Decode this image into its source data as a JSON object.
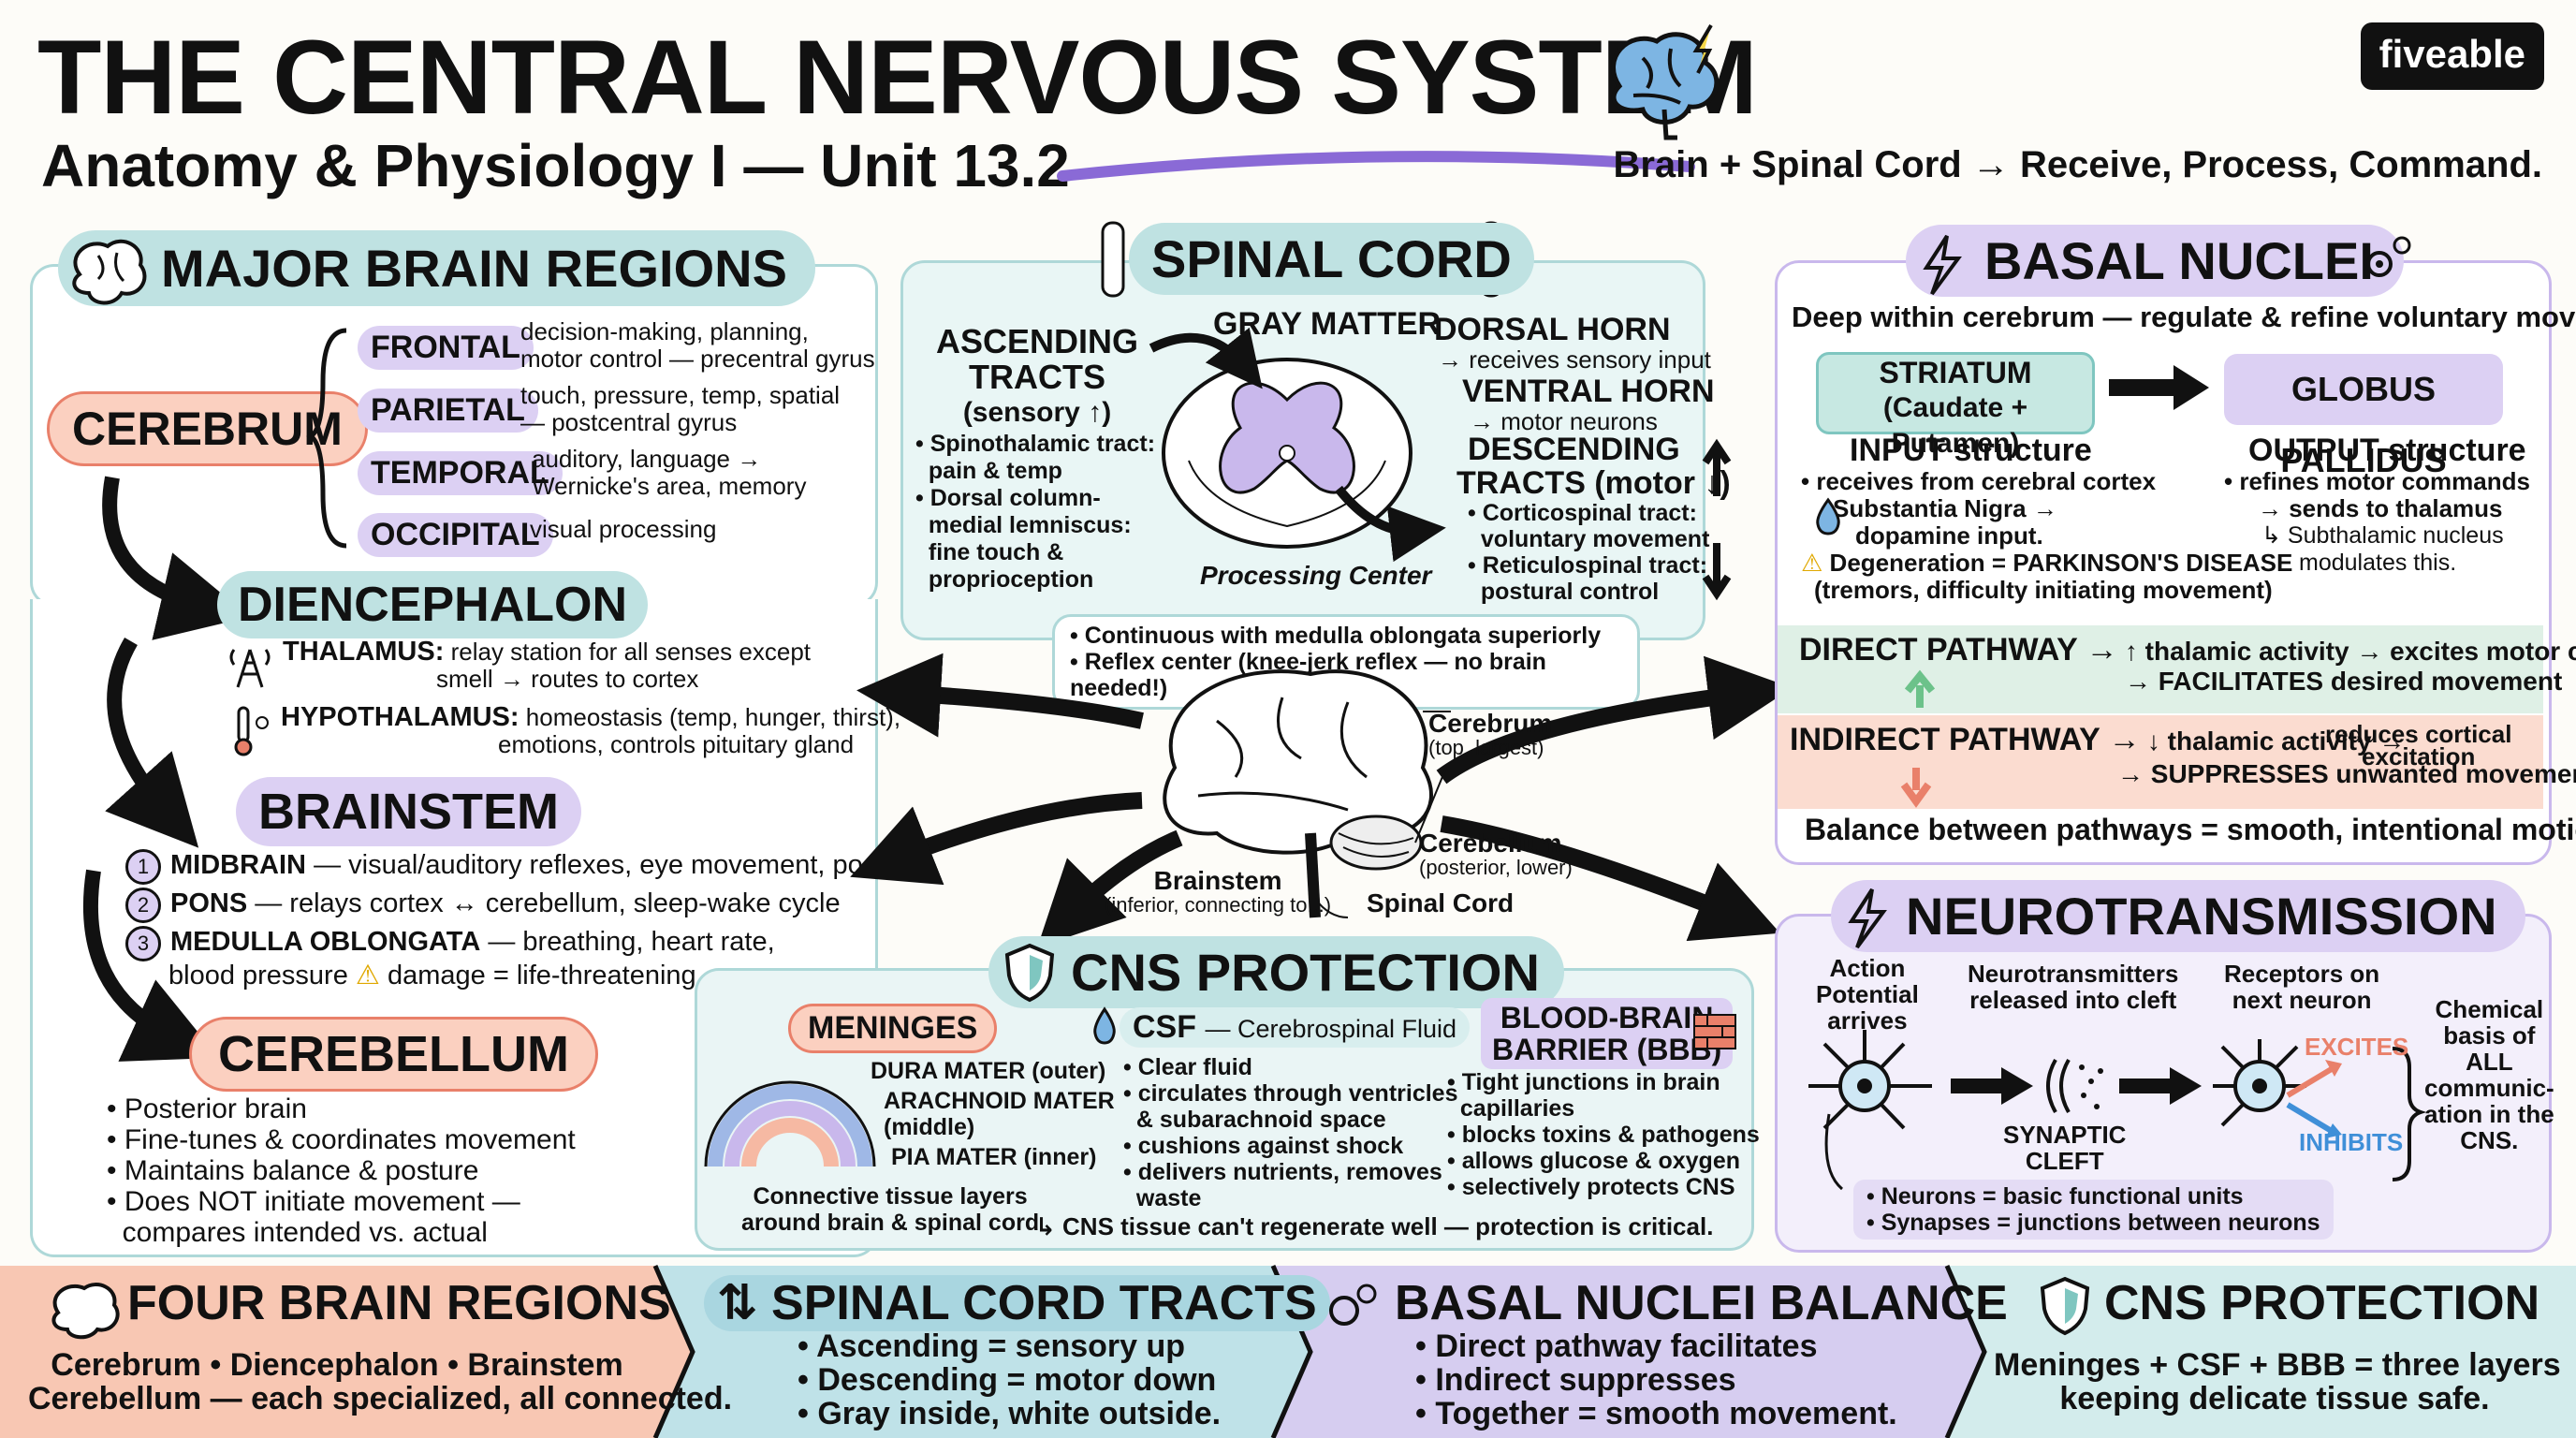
{
  "header": {
    "title": "THE CENTRAL NERVOUS SYSTEM",
    "subtitle": "Anatomy & Physiology I — Unit 13.2",
    "tagline": "Brain + Spinal Cord → Receive, Process, Command.",
    "logo": "fiveable"
  },
  "brain_regions": {
    "title": "MAJOR BRAIN REGIONS",
    "cerebrum": "CEREBRUM",
    "lobes": [
      {
        "name": "FRONTAL",
        "desc1": "decision-making, planning,",
        "desc2": "motor control — precentral gyrus"
      },
      {
        "name": "PARIETAL",
        "desc1": "touch, pressure, temp, spatial",
        "desc2": "— postcentral gyrus"
      },
      {
        "name": "TEMPORAL",
        "desc1": "auditory, language →",
        "desc2": "Wernicke's area, memory"
      },
      {
        "name": "OCCIPITAL",
        "desc1": "visual processing",
        "desc2": ""
      }
    ],
    "diencephalon": "DIENCEPHALON",
    "thalamus_label": "THALAMUS:",
    "thalamus_desc1": "relay station for all senses except",
    "thalamus_desc2": "smell → routes to cortex",
    "hypothalamus_label": "HYPOTHALAMUS:",
    "hypothalamus_desc1": "homeostasis (temp, hunger, thirst),",
    "hypothalamus_desc2": "emotions, controls pituitary gland",
    "brainstem": "BRAINSTEM",
    "brainstem_items": [
      {
        "num": "1",
        "name": "MIDBRAIN",
        "desc": "— visual/auditory reflexes, eye movement, posture"
      },
      {
        "num": "2",
        "name": "PONS",
        "desc": "— relays cortex ↔ cerebellum, sleep-wake cycle"
      },
      {
        "num": "3",
        "name": "MEDULLA OBLONGATA",
        "desc": "— breathing, heart rate,"
      }
    ],
    "medulla_line2a": "blood pressure",
    "medulla_line2b": "damage = life-threatening",
    "cerebellum": "CEREBELLUM",
    "cerebellum_items": [
      "• Posterior brain",
      "• Fine-tunes & coordinates movement",
      "• Maintains balance & posture",
      "• Does NOT initiate movement —",
      "  compares intended vs. actual"
    ]
  },
  "spinal_cord": {
    "title": "SPINAL CORD",
    "ascending_title1": "ASCENDING",
    "ascending_title2": "TRACTS",
    "ascending_title3": "(sensory ↑)",
    "ascending_items": [
      "• Spinothalamic tract:",
      "  pain & temp",
      "• Dorsal column-",
      "  medial lemniscus:",
      "  fine touch &",
      "  proprioception"
    ],
    "gray_matter": "GRAY MATTER",
    "dorsal_horn": "DORSAL HORN",
    "dorsal_desc": "→ receives sensory input",
    "ventral_horn": "VENTRAL HORN",
    "ventral_desc": "→ motor neurons",
    "descending_title1": "DESCENDING",
    "descending_title2": "TRACTS (motor ↓)",
    "descending_items": [
      "• Corticospinal tract:",
      "  voluntary movement",
      "• Reticulospinal tract:",
      "  postural control"
    ],
    "processing_center": "Processing Center",
    "note1": "• Continuous with medulla oblongata superiorly",
    "note2": "• Reflex center (knee-jerk reflex — no brain needed!)"
  },
  "central_brain": {
    "cerebrum": "Cerebrum",
    "cerebrum_sub": "(top, largest)",
    "cerebellum": "Cerebellum",
    "cerebellum_sub": "(posterior, lower)",
    "brainstem": "Brainstem",
    "brainstem_sub": "(inferior, connecting to...)",
    "spinal_cord": "Spinal Cord"
  },
  "basal_nuclei": {
    "title": "BASAL NUCLEI",
    "subtitle": "Deep within cerebrum — regulate & refine voluntary movement",
    "striatum1": "STRIATUM",
    "striatum2": "(Caudate + Putamen)",
    "globus": "GLOBUS PALLIDUS",
    "input_title": "INPUT structure",
    "input_desc": "• receives from cerebral cortex",
    "substantia1": "Substantia Nigra →",
    "substantia2": "dopamine input.",
    "degeneration": "Degeneration = PARKINSON'S DISEASE",
    "degeneration2": "(tremors, difficulty initiating movement)",
    "output_title": "OUTPUT structure",
    "output1": "• refines motor commands",
    "output2": "→ sends to thalamus",
    "output3": "Subthalamic nucleus",
    "output4": "modulates this.",
    "direct_label": "DIRECT PATHWAY →",
    "direct1": "↑ thalamic activity → excites motor cortex",
    "direct2": "→ FACILITATES desired movement",
    "indirect_label": "INDIRECT PATHWAY →",
    "indirect1a": "↓ thalamic activity →",
    "indirect1b": "reduces cortical",
    "indirect1c": "excitation",
    "indirect2": "→ SUPPRESSES unwanted movement",
    "balance": "Balance between pathways = smooth, intentional motion"
  },
  "cns_protection": {
    "title": "CNS PROTECTION",
    "meninges": "MENINGES",
    "dura": "DURA MATER (outer)",
    "arachnoid1": "ARACHNOID MATER",
    "arachnoid2": "(middle)",
    "pia": "PIA MATER (inner)",
    "connective1": "Connective tissue layers",
    "connective2": "around brain & spinal cord",
    "csf_title": "CSF",
    "csf_sub": "— Cerebrospinal Fluid",
    "csf_items": [
      "• Clear fluid",
      "• circulates through ventricles",
      "  & subarachnoid space",
      "• cushions against shock",
      "• delivers nutrients, removes",
      "  waste"
    ],
    "bbb1": "BLOOD-BRAIN",
    "bbb2": "BARRIER (BBB)",
    "bbb_items": [
      "• Tight junctions in brain",
      "  capillaries",
      "• blocks toxins & pathogens",
      "• allows glucose & oxygen",
      "• selectively protects CNS"
    ],
    "footer": "CNS tissue can't regenerate well — protection is critical."
  },
  "neurotransmission": {
    "title": "NEUROTRANSMISSION",
    "action1": "Action",
    "action2": "Potential",
    "action3": "arrives",
    "released1": "Neurotransmitters",
    "released2": "released into cleft",
    "receptors1": "Receptors on",
    "receptors2": "next neuron",
    "synaptic1": "SYNAPTIC",
    "synaptic2": "CLEFT",
    "excites": "EXCITES",
    "inhibits": "INHIBITS",
    "chemical": [
      "Chemical",
      "basis of",
      "ALL",
      "communic-",
      "ation in the",
      "CNS."
    ],
    "note1": "• Neurons = basic functional units",
    "note2": "• Synapses = junctions between neurons"
  },
  "bottom": [
    {
      "title": "FOUR BRAIN REGIONS",
      "line1": "Cerebrum • Diencephalon • Brainstem",
      "line2": "Cerebellum — each specialized, all connected."
    },
    {
      "title": "SPINAL CORD TRACTS",
      "line1": "• Ascending = sensory up",
      "line2": "• Descending = motor down",
      "line3": "• Gray inside, white outside."
    },
    {
      "title": "BASAL NUCLEI BALANCE",
      "line1": "• Direct pathway facilitates",
      "line2": "• Indirect suppresses",
      "line3": "• Together = smooth movement."
    },
    {
      "title": "CNS PROTECTION",
      "line1": "Meninges + CSF + BBB = three layers",
      "line2": "keeping delicate tissue safe."
    }
  ],
  "colors": {
    "teal": "#aed8d8",
    "purple": "#c9b8ec",
    "salmon": "#f6b9a3",
    "green_pathway": "#dff0e6",
    "red_pathway": "#fbdcd0",
    "accent_line": "#8a6ad6"
  }
}
